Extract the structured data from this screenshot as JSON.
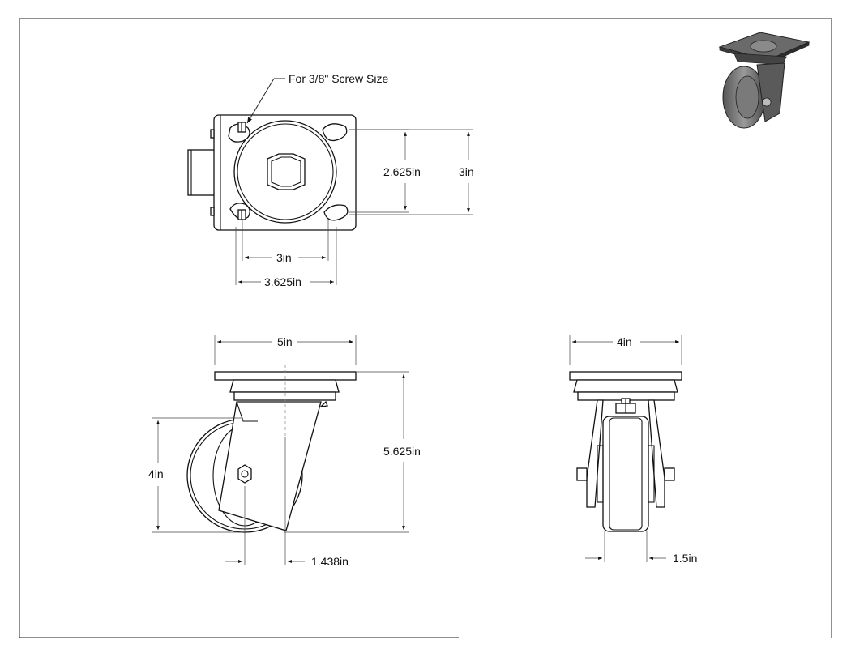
{
  "note": "For 3/8\" Screw Size",
  "dimensions": {
    "top_hole_spacing_v": "2.625in",
    "top_plate_v": "3in",
    "top_hole_spacing_h": "3in",
    "top_plate_h": "3.625in",
    "front_plate_width": "5in",
    "front_wheel_dia": "4in",
    "front_height": "5.625in",
    "front_offset": "1.438in",
    "side_plate_width": "4in",
    "side_wheel_width": "1.5in"
  }
}
